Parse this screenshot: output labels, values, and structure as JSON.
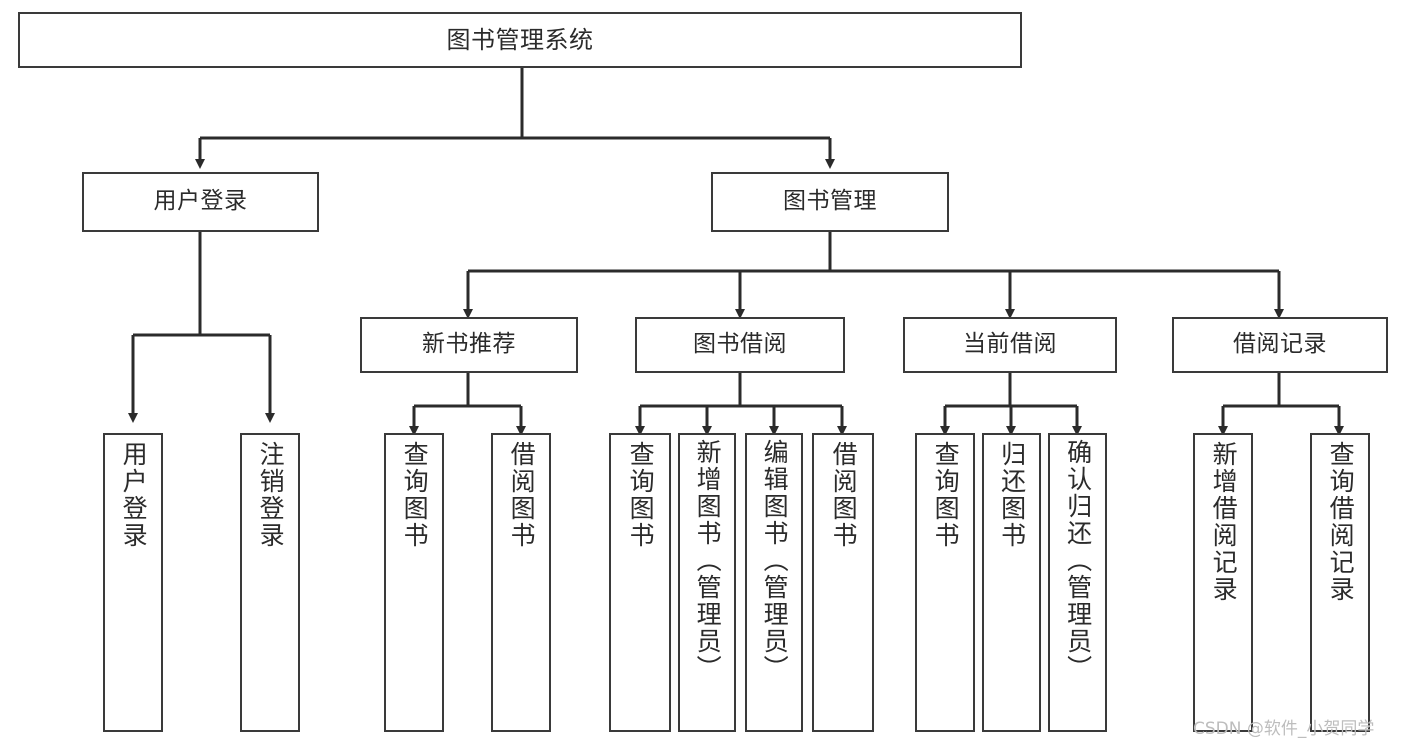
{
  "diagram": {
    "title": "图书管理系统",
    "type": "tree-hierarchy-diagram",
    "colors": {
      "box_border": "#3a3a3a",
      "box_fill": "#ffffff",
      "connector": "#2b2b2b",
      "text": "#2b2b2b",
      "watermark": "#bdbdbd"
    },
    "watermark": "CSDN @软件_小贺同学",
    "nodes": {
      "root": {
        "label": "图书管理系统"
      },
      "level1": [
        {
          "label": "用户登录"
        },
        {
          "label": "图书管理"
        }
      ],
      "level2": [
        {
          "label": "新书推荐"
        },
        {
          "label": "图书借阅"
        },
        {
          "label": "当前借阅"
        },
        {
          "label": "借阅记录"
        }
      ],
      "leaves_user_login": [
        {
          "label": "用户登录"
        },
        {
          "label": "注销登录"
        }
      ],
      "leaves_new_book": [
        {
          "label": "查询图书"
        },
        {
          "label": "借阅图书"
        }
      ],
      "leaves_borrow": [
        {
          "label": "查询图书"
        },
        {
          "label": "新增图书（管理员）"
        },
        {
          "label": "编辑图书（管理员）"
        },
        {
          "label": "借阅图书"
        }
      ],
      "leaves_current": [
        {
          "label": "查询图书"
        },
        {
          "label": "归还图书"
        },
        {
          "label": "确认归还（管理员）"
        }
      ],
      "leaves_record": [
        {
          "label": "新增借阅记录"
        },
        {
          "label": "查询借阅记录"
        }
      ]
    }
  }
}
